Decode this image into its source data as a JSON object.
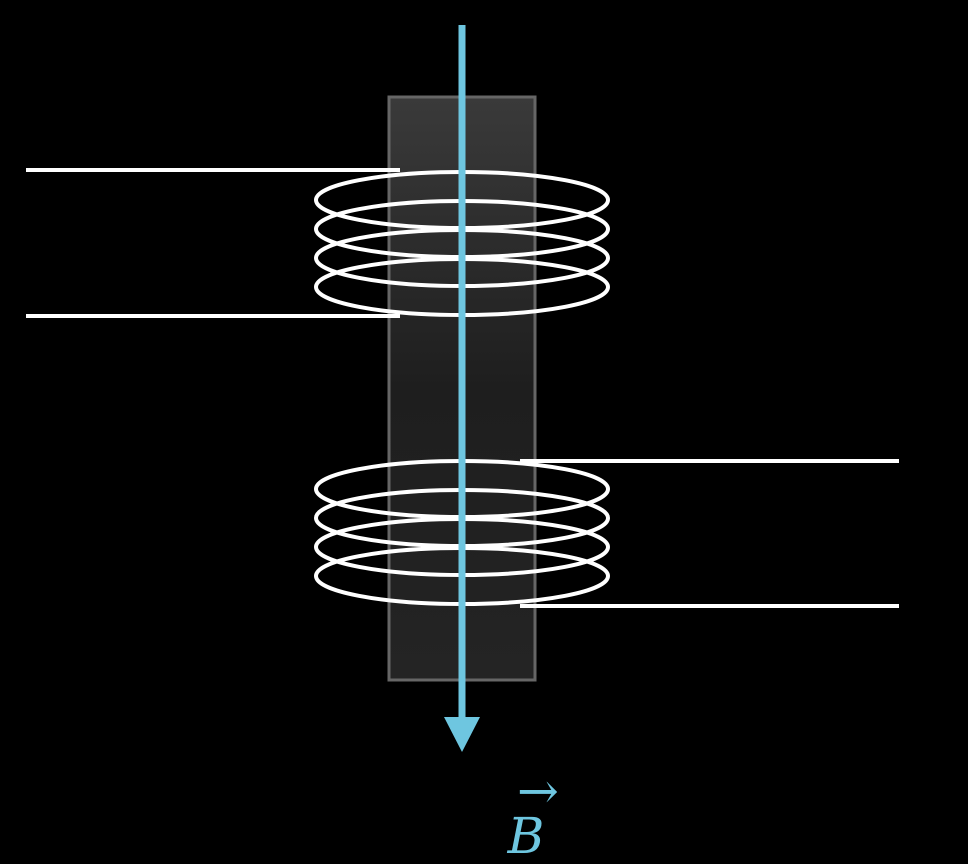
{
  "colors": {
    "background": "#000000",
    "wire": "#ffffff",
    "field_arrow": "#6ec6e0",
    "core_fill": "#2b2b2b",
    "core_stroke": "#666666"
  },
  "primary_coil": {
    "turns": 4
  },
  "secondary_coil": {
    "turns": 4
  },
  "field": {
    "label": "B",
    "vector_symbol": "→",
    "direction": "down"
  }
}
